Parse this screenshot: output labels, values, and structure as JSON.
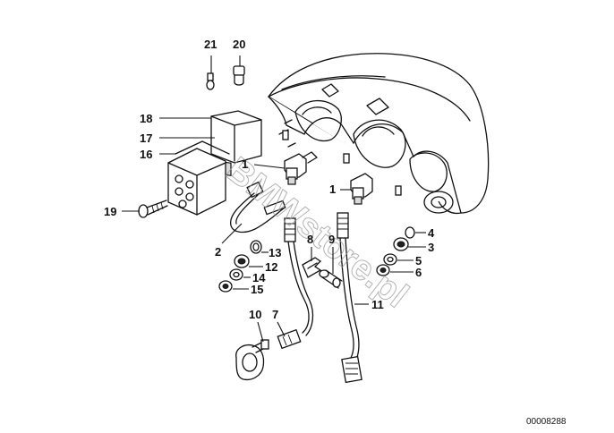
{
  "diagram": {
    "labels": [
      {
        "id": "1",
        "text": "1"
      },
      {
        "id": "1b",
        "text": "1"
      },
      {
        "id": "2",
        "text": "2"
      },
      {
        "id": "3",
        "text": "3"
      },
      {
        "id": "4",
        "text": "4"
      },
      {
        "id": "5",
        "text": "5"
      },
      {
        "id": "6",
        "text": "6"
      },
      {
        "id": "7",
        "text": "7"
      },
      {
        "id": "8",
        "text": "8"
      },
      {
        "id": "9",
        "text": "9"
      },
      {
        "id": "10",
        "text": "10"
      },
      {
        "id": "11",
        "text": "11"
      },
      {
        "id": "12",
        "text": "12"
      },
      {
        "id": "13",
        "text": "13"
      },
      {
        "id": "14",
        "text": "14"
      },
      {
        "id": "15",
        "text": "15"
      },
      {
        "id": "16",
        "text": "16"
      },
      {
        "id": "17",
        "text": "17"
      },
      {
        "id": "18",
        "text": "18"
      },
      {
        "id": "19",
        "text": "19"
      },
      {
        "id": "20",
        "text": "20"
      },
      {
        "id": "21",
        "text": "21"
      }
    ],
    "watermark": "BMWstore.pl",
    "reference_number": "00008288"
  }
}
